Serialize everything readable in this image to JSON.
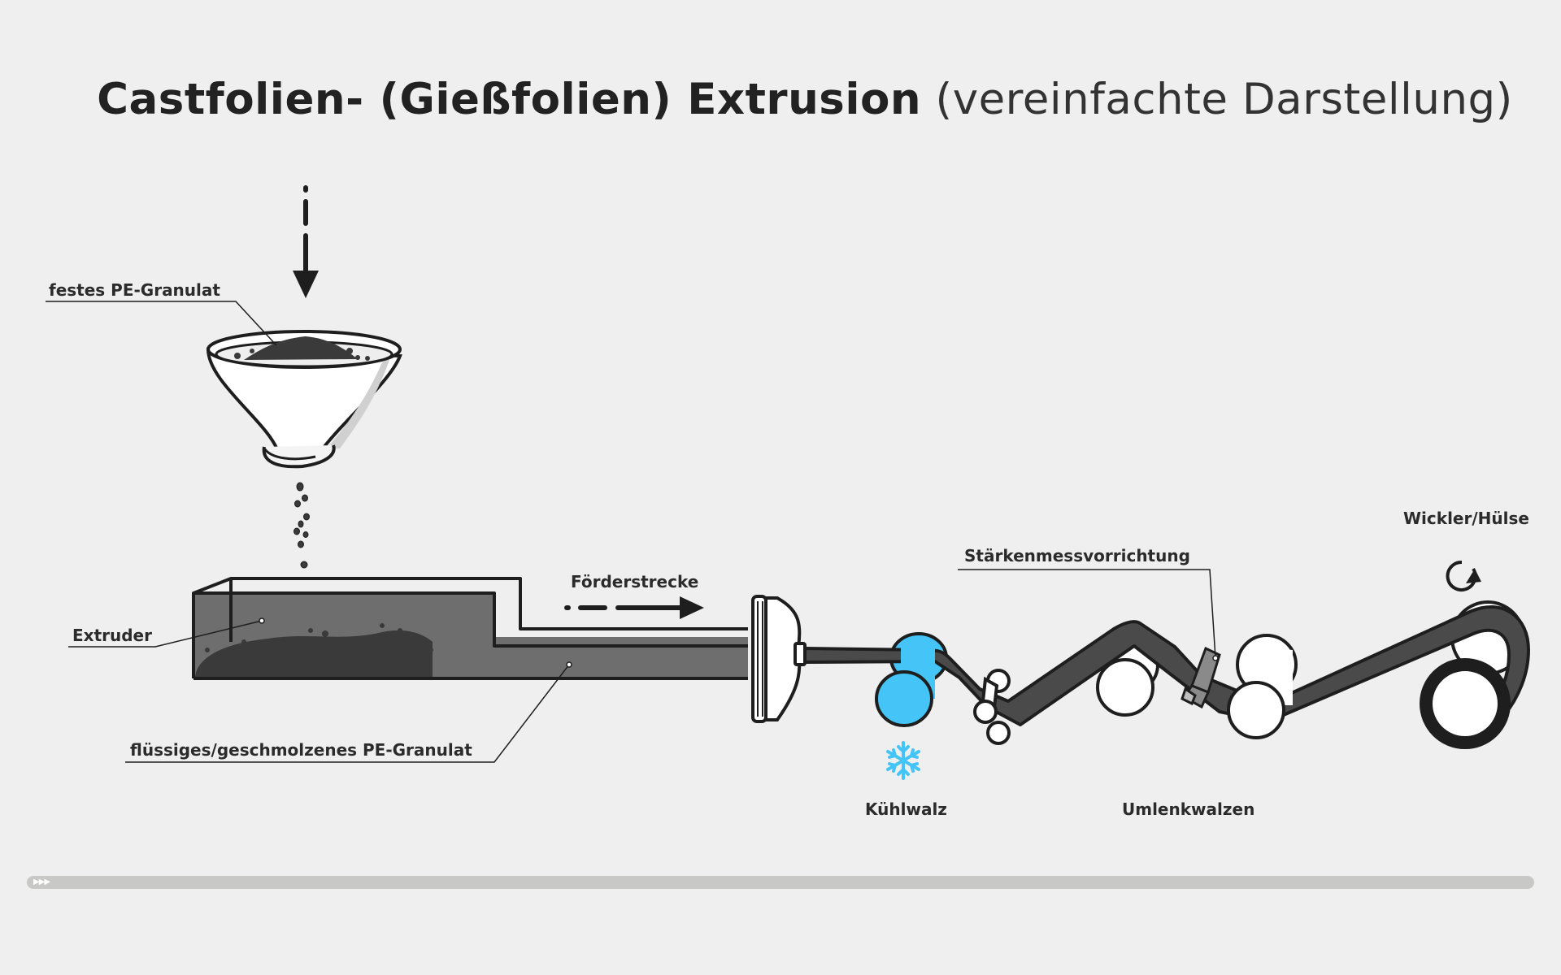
{
  "title": {
    "bold": "Castfolien- (Gießfolien) Extrusion",
    "light": "(vereinfachte Darstellung)"
  },
  "labels": {
    "granulat": "festes PE-Granulat",
    "extruder": "Extruder",
    "fluessig": "flüssiges/geschmolzenes PE-Granulat",
    "foerderstrecke": "Förderstrecke",
    "kuehlwalz": "Kühlwalz",
    "staerke": "Stärkenmessvorrichtung",
    "umlenk": "Umlenkwalzen",
    "wickler": "Wickler/Hülse"
  },
  "icons": {
    "snowflake": "snowflake-icon",
    "rotate": "rotate-icon",
    "progress": "play-arrows-icon"
  },
  "colors": {
    "background": "#efefef",
    "ink": "#1e1e1e",
    "melt": "#6e6e6e",
    "film": "#4a4a4a",
    "chill": "#45c4f7",
    "roller": "#ffffff",
    "progress": "#c8c8c6"
  }
}
